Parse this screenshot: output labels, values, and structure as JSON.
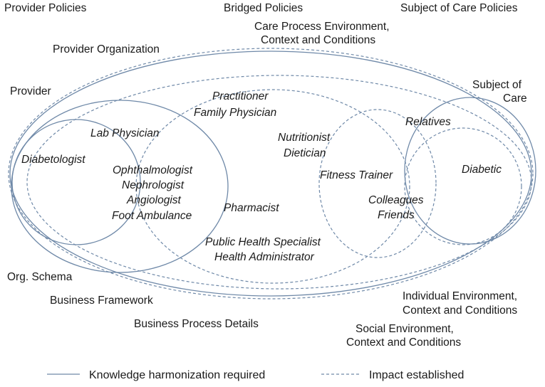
{
  "layers": {
    "provider_policies": "Provider Policies",
    "bridged_policies": "Bridged Policies",
    "subject_of_care_policies": "Subject of Care Policies",
    "care_process_env": [
      "Care Process Environment,",
      "Context and Conditions"
    ],
    "provider_organization": "Provider Organization",
    "provider": "Provider",
    "subject_of_care": [
      "Subject of",
      "Care"
    ],
    "org_schema": "Org. Schema",
    "business_framework": "Business Framework",
    "business_process_details": "Business Process Details",
    "individual_env": [
      "Individual Environment,",
      "Context and Conditions"
    ],
    "social_env": [
      "Social Environment,",
      "Context and Conditions"
    ]
  },
  "roles": {
    "practitioner": [
      "Practitioner",
      "Family Physician"
    ],
    "lab_physician": "Lab Physician",
    "diabetologist": "Diabetologist",
    "specialists": [
      "Ophthalmologist",
      "Nephrologist",
      "Angiologist",
      "Foot Ambulance"
    ],
    "pharmacist": "Pharmacist",
    "public_health": [
      "Public Health Specialist",
      "Health Administrator"
    ],
    "nutritionist": [
      "Nutritionist",
      "Dietician"
    ],
    "fitness_trainer": "Fitness Trainer",
    "relatives": "Relatives",
    "diabetic": "Diabetic",
    "colleagues": [
      "Colleagues",
      "Friends"
    ]
  },
  "legend": {
    "solid_label": "Knowledge harmonization required",
    "dashed_label": "Impact established"
  },
  "colors": {
    "line": "#6f89a8",
    "text": "#1a1a1a"
  }
}
